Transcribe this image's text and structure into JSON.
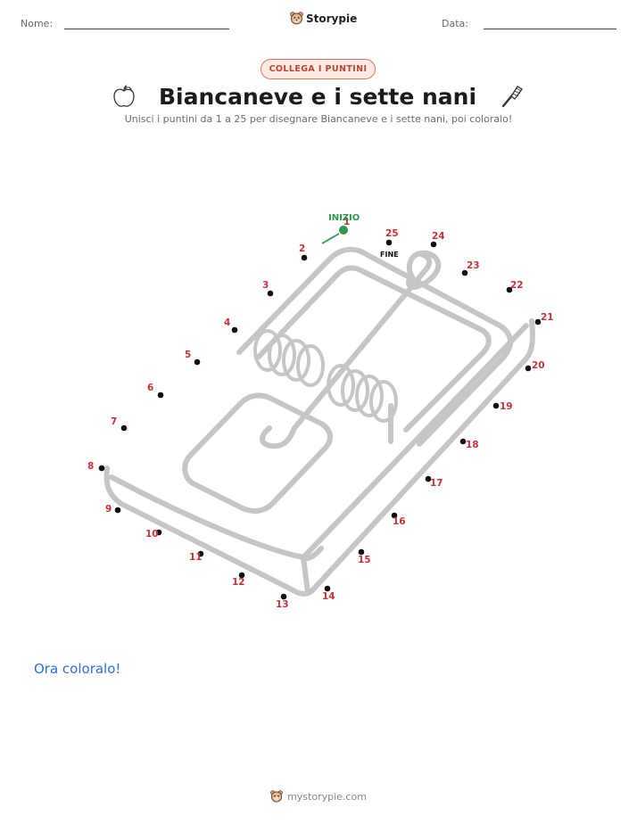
{
  "header": {
    "name_label": "Nome:",
    "date_label": "Data:",
    "brand_name": "Storypie"
  },
  "badge": "COLLEGA I PUNTINI",
  "title": "Biancaneve e i sette nani",
  "subtitle": "Unisci i puntini da 1 a 25 per disegnare Biancaneve e i sette nani, poi coloralo!",
  "puzzle": {
    "start_label": "INIZIO",
    "end_label": "FINE",
    "dot_color": "#111111",
    "label_color": "#c8323a",
    "start_color": "#2a9a46",
    "dots": [
      "1",
      "2",
      "3",
      "4",
      "5",
      "6",
      "7",
      "8",
      "9",
      "10",
      "11",
      "12",
      "13",
      "14",
      "15",
      "16",
      "17",
      "18",
      "19",
      "20",
      "21",
      "22",
      "23",
      "24",
      "25"
    ]
  },
  "color_prompt": "Ora coloralo!",
  "footer": {
    "site": "mystorypie.com"
  },
  "icons": {
    "left_title_icon": "apple-icon",
    "right_title_icon": "brush-icon",
    "brand_icon": "bear-mascot-icon"
  }
}
